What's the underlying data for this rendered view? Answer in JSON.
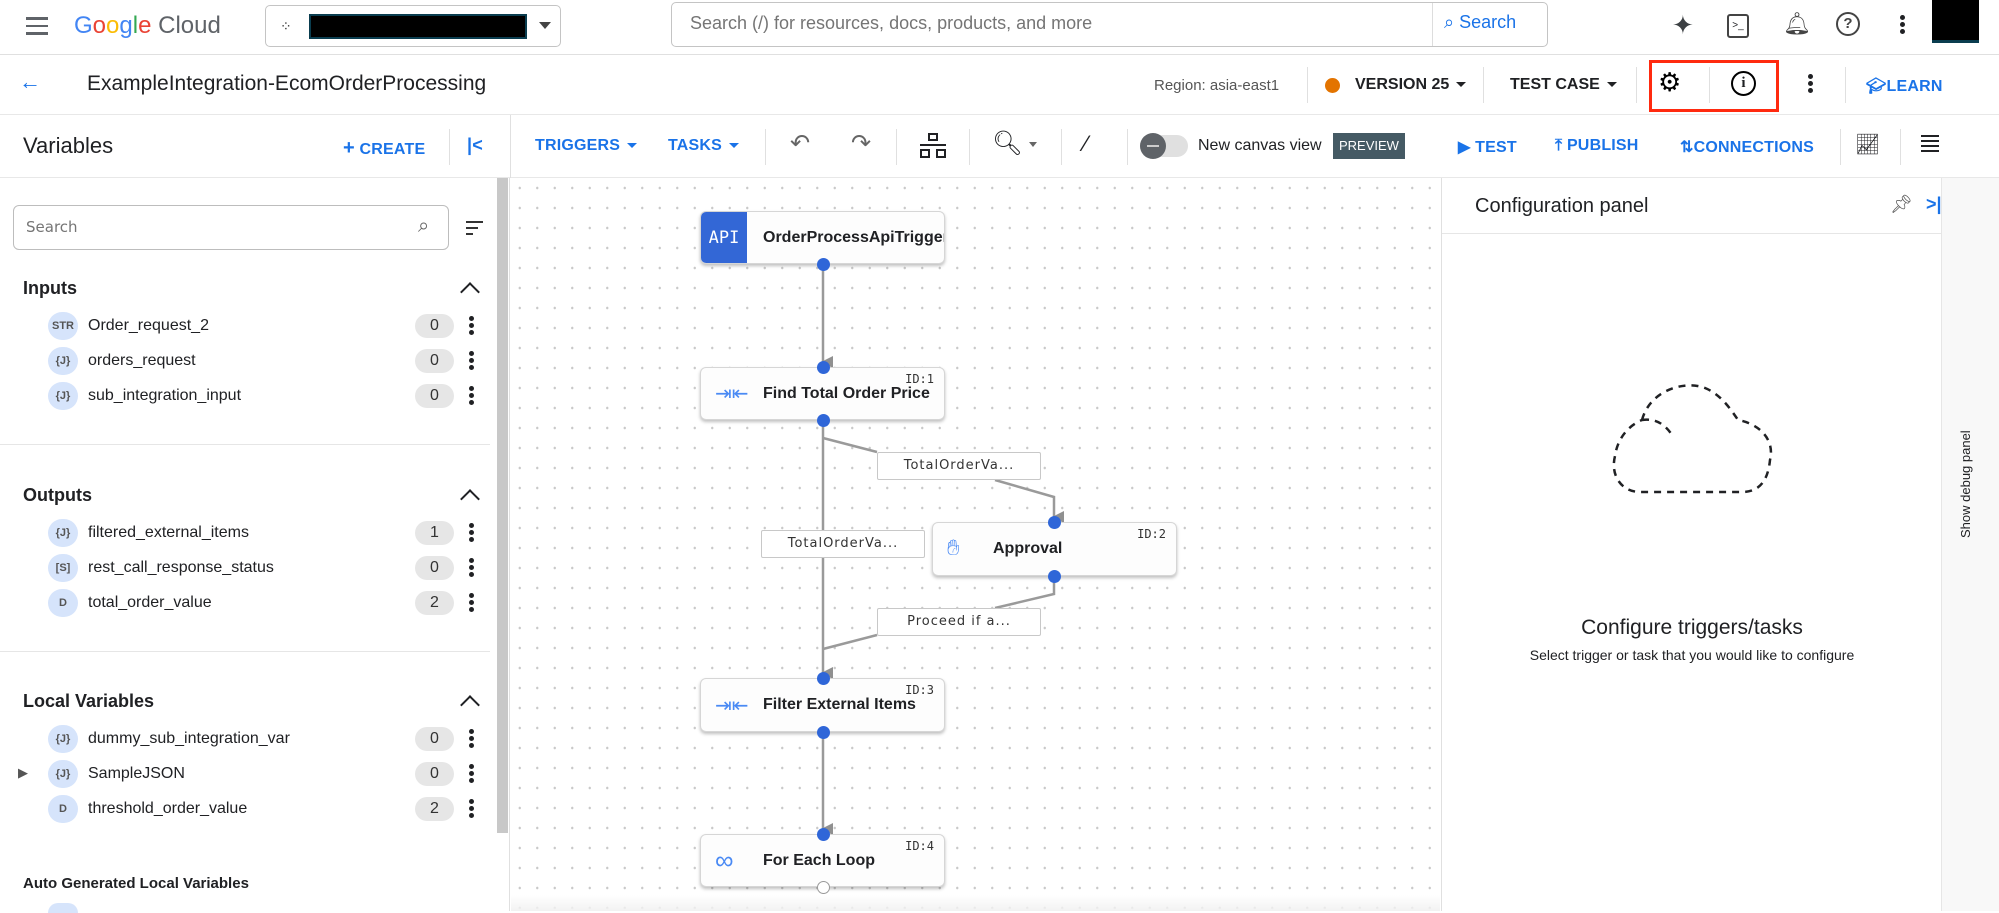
{
  "topbar": {
    "logo_text": "Google Cloud",
    "search_placeholder": "Search (/) for resources, docs, products, and more",
    "search_button": "Search",
    "icons": [
      "menu-icon",
      "gemini-sparkle-icon",
      "cloud-shell-icon",
      "notifications-icon",
      "help-icon",
      "more-vert-icon"
    ]
  },
  "header": {
    "title": "ExampleIntegration-EcomOrderProcessing",
    "region": "Region: asia-east1",
    "version": "VERSION 25",
    "version_status_color": "#e37400",
    "test_case": "TEST CASE",
    "learn": "LEARN",
    "highlight_color": "#ff2a0f"
  },
  "variables": {
    "title": "Variables",
    "create": "CREATE",
    "search_placeholder": "Search",
    "sections": [
      {
        "title": "Inputs",
        "items": [
          {
            "type": "STR",
            "name": "Order_request_2",
            "count": "0"
          },
          {
            "type": "{J}",
            "name": "orders_request",
            "count": "0"
          },
          {
            "type": "{J}",
            "name": "sub_integration_input",
            "count": "0"
          }
        ]
      },
      {
        "title": "Outputs",
        "items": [
          {
            "type": "{J}",
            "name": "filtered_external_items",
            "count": "1"
          },
          {
            "type": "[S]",
            "name": "rest_call_response_status",
            "count": "0"
          },
          {
            "type": "D",
            "name": "total_order_value",
            "count": "2"
          }
        ]
      },
      {
        "title": "Local Variables",
        "items": [
          {
            "type": "{J}",
            "name": "dummy_sub_integration_var",
            "count": "0"
          },
          {
            "type": "{J}",
            "name": "SampleJSON",
            "count": "0"
          },
          {
            "type": "D",
            "name": "threshold_order_value",
            "count": "2"
          }
        ]
      },
      {
        "title": "Auto Generated Local Variables",
        "items": []
      }
    ]
  },
  "toolbar": {
    "triggers": "TRIGGERS",
    "tasks": "TASKS",
    "new_canvas_view": "New canvas view",
    "preview": "PREVIEW",
    "new_canvas_enabled": false,
    "test": "TEST",
    "publish": "PUBLISH",
    "connections": "CONNECTIONS"
  },
  "canvas": {
    "nodes": [
      {
        "label": "OrderProcessApiTrigger",
        "icon": "API"
      },
      {
        "label": "Find Total Order Price",
        "id": "ID:1"
      },
      {
        "label": "Approval",
        "id": "ID:2"
      },
      {
        "label": "Filter External Items",
        "id": "ID:3"
      },
      {
        "label": "For Each Loop",
        "id": "ID:4"
      }
    ],
    "edge_labels": [
      "TotalOrderVa...",
      "TotalOrderVa...",
      "Proceed if a..."
    ],
    "accent": "#2f66d8"
  },
  "config_panel": {
    "title": "Configuration panel",
    "empty_title": "Configure triggers/tasks",
    "empty_subtitle": "Select trigger or task that you would like to configure"
  },
  "debug_panel": {
    "label": "Show debug panel"
  }
}
